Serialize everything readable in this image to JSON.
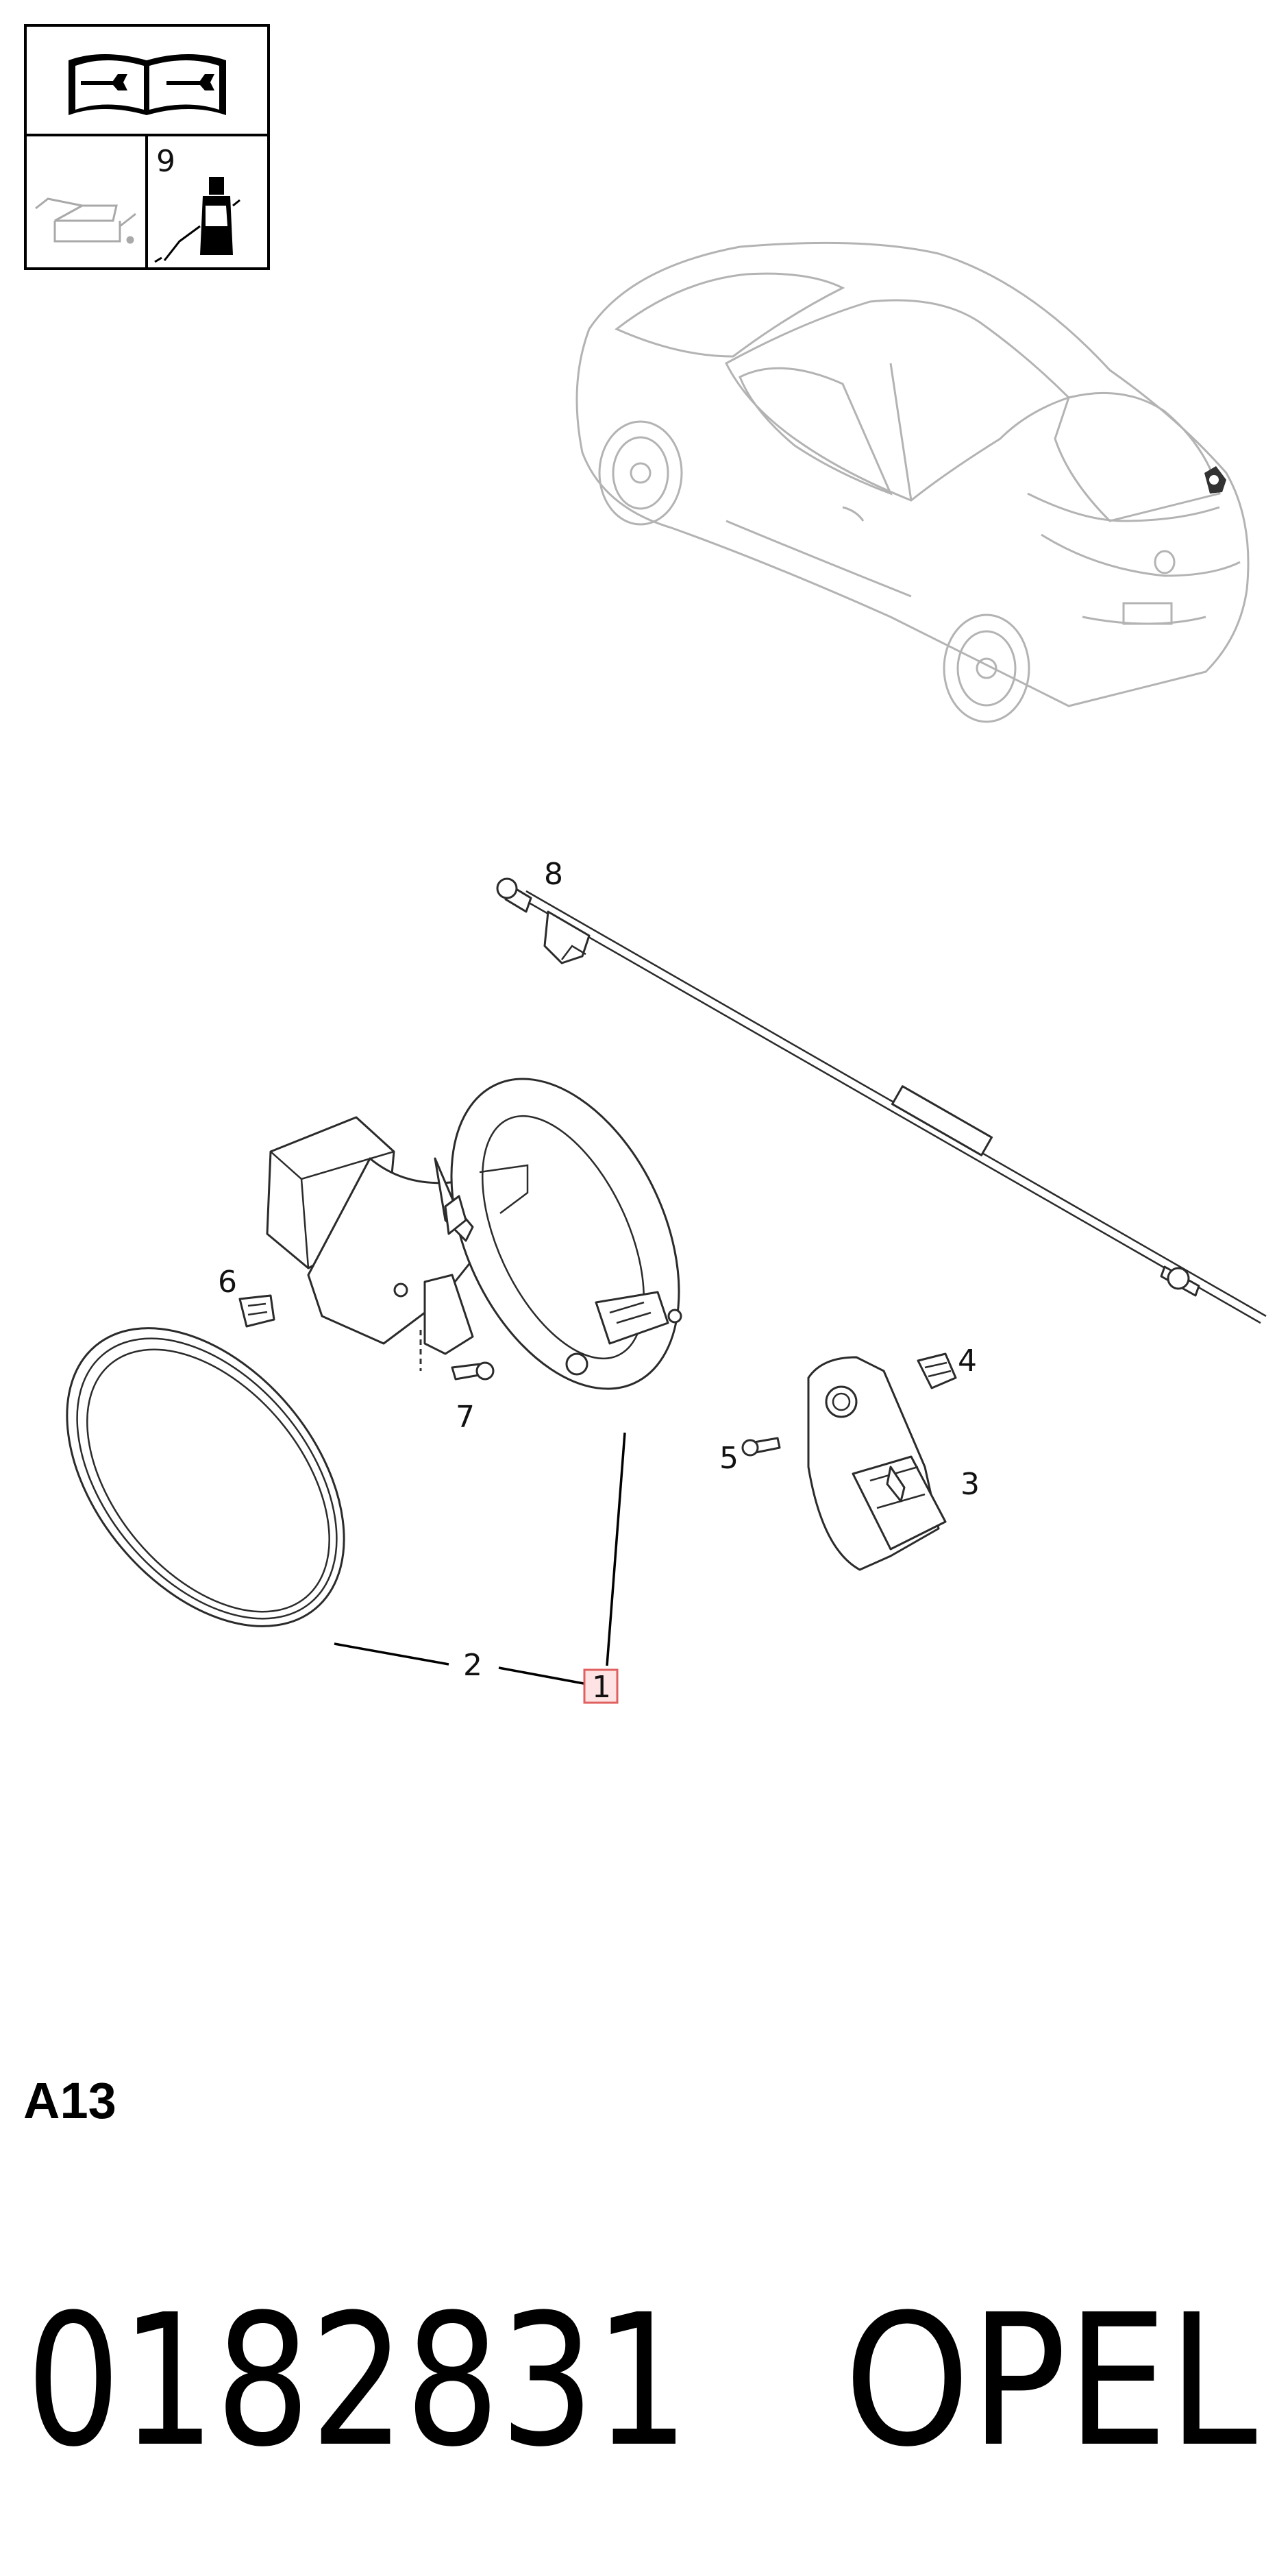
{
  "legend_box": {
    "icon_top": "manual-book-wrench-icon",
    "icon_bottom_left": "oil-can-icon",
    "icon_bottom_right": "grease-tube-icon",
    "callout_9": "9"
  },
  "vehicle": {
    "icon": "hatchback-car-icon",
    "highlight_color": "#333333"
  },
  "callouts": {
    "c1": "1",
    "c2": "2",
    "c3": "3",
    "c4": "4",
    "c5": "5",
    "c6": "6",
    "c7": "7",
    "c8": "8"
  },
  "highlight": {
    "border_color": "#e06060",
    "fill_color": "#fde3e3"
  },
  "section_code": "A13",
  "footer": {
    "part_number": "0182831",
    "brand": "OPEL"
  }
}
